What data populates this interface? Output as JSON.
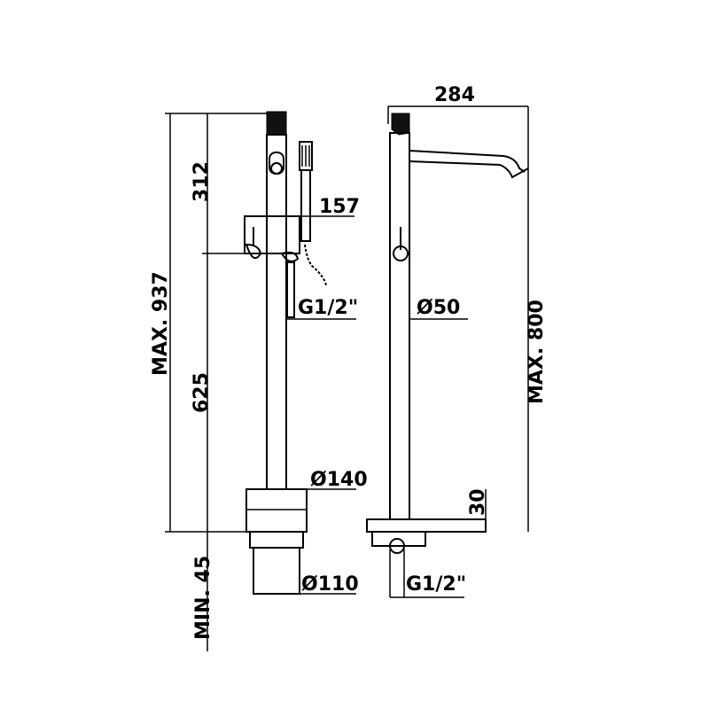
{
  "dimensions": {
    "spout_reach": "284",
    "upper_height": "312",
    "hand_shower_offset": "157",
    "left_inlet_thread": "G1/2\"",
    "spout_diameter": "Ø50",
    "total_height": "MAX. 937",
    "lower_height": "625",
    "spout_height": "MAX. 800",
    "base_plate_diameter": "Ø140",
    "base_plate_thickness": "30",
    "floor_depth": "MIN. 45",
    "floor_box_diameter": "Ø110",
    "right_inlet_thread": "G1/2\""
  }
}
